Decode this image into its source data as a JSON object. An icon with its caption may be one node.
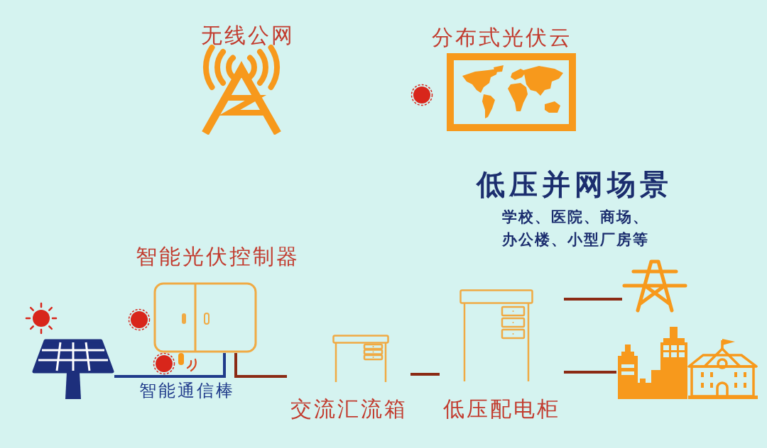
{
  "diagram": {
    "title": "低压并网场景",
    "nodes": [
      {
        "text": [
          "无线公网"
        ]
      },
      {
        "text": [
          "分布式光伏云"
        ]
      },
      {
        "text": [],
        "shape": "picture"
      },
      {
        "text": [
          "智能光伏控制器"
        ]
      },
      {
        "text": [
          "交流汇流箱"
        ]
      },
      {
        "text": [
          "低压配电柜"
        ]
      },
      {
        "text": [],
        "shape": "picture"
      },
      {
        "text": [],
        "shape": "picture"
      }
    ],
    "edges": [
      {
        "from": 2,
        "to": 3,
        "arrow": "none",
        "color": "#1f3a8a"
      },
      {
        "from": 3,
        "to": 4,
        "arrow": "none"
      },
      {
        "from": 4,
        "to": 5,
        "arrow": "none"
      },
      {
        "from": 5,
        "to": 6,
        "arrow": "none"
      },
      {
        "from": 5,
        "to": 7,
        "arrow": "none"
      }
    ],
    "labels": [
      "学校、医院、商场、办公楼、小型厂房等",
      "智能通信棒"
    ]
  }
}
